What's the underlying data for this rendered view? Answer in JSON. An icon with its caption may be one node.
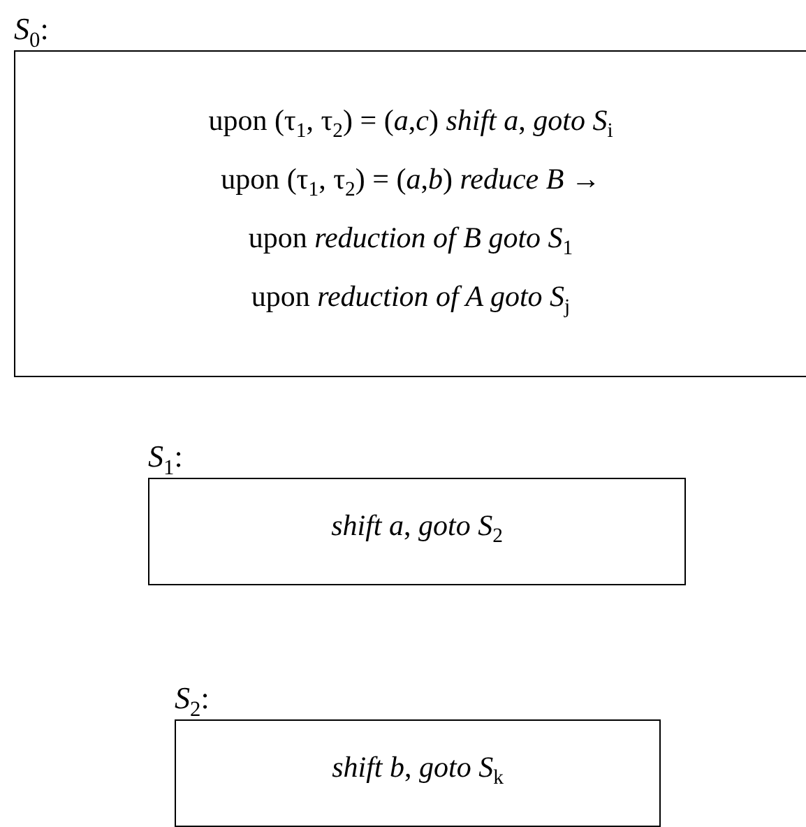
{
  "diagram": {
    "nodes": [
      {
        "text": [
          "*S*$_{0}$:",
          "upon (τ$_{1}$, τ$_{2}$) = (*a*,*c*) *shift a*, *goto S*$_{i}$",
          "upon (τ$_{1}$, τ$_{2}$) = (*a*,*b*) *reduce B* →",
          "upon *reduction of B goto S*$_{1}$",
          "upon *reduction of A goto S*$_{j}$"
        ]
      },
      {
        "text": [
          "*S*$_{1}$:",
          "*shift a*, *goto S*$_{2}$"
        ]
      },
      {
        "text": [
          "*S*$_{2}$:",
          "*shift b*, *goto S*$_{k}$"
        ]
      }
    ]
  }
}
